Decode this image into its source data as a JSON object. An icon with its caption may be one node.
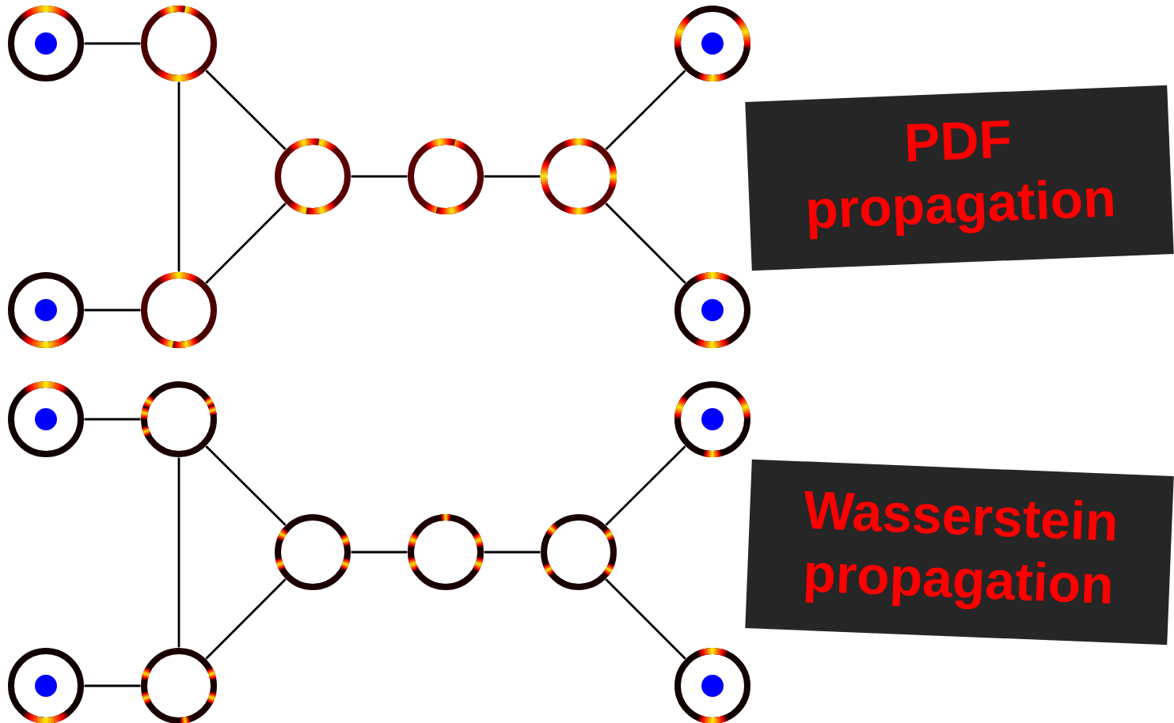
{
  "diagram": {
    "nodes": [
      {
        "text": [],
        "shape": "circle"
      },
      {
        "text": [],
        "shape": "circle"
      },
      {
        "text": [],
        "shape": "circle"
      },
      {
        "text": [],
        "shape": "circle"
      },
      {
        "text": [],
        "shape": "circle"
      },
      {
        "text": [],
        "shape": "circle"
      },
      {
        "text": [
          "PDF propagation"
        ]
      },
      {
        "text": [],
        "shape": "circle"
      },
      {
        "text": [],
        "shape": "circle"
      },
      {
        "text": [],
        "shape": "circle"
      },
      {
        "text": [],
        "shape": "circle"
      },
      {
        "text": [],
        "shape": "circle"
      },
      {
        "text": [],
        "shape": "circle"
      },
      {
        "text": [],
        "shape": "circle"
      },
      {
        "text": [],
        "shape": "circle"
      },
      {
        "text": [],
        "shape": "circle"
      },
      {
        "text": [
          "Wasserstein propagation"
        ]
      },
      {
        "text": [],
        "shape": "circle"
      },
      {
        "text": [],
        "shape": "circle"
      },
      {
        "text": [],
        "shape": "circle"
      }
    ],
    "edges": [
      {
        "from": 0,
        "to": 1,
        "arrow": "none"
      },
      {
        "from": 1,
        "to": 8,
        "arrow": "none"
      },
      {
        "from": 1,
        "to": 3,
        "arrow": "none"
      },
      {
        "from": 7,
        "to": 8,
        "arrow": "none"
      },
      {
        "from": 8,
        "to": 3,
        "arrow": "none"
      },
      {
        "from": 3,
        "to": 4,
        "arrow": "none"
      },
      {
        "from": 4,
        "to": 5,
        "arrow": "none"
      },
      {
        "from": 5,
        "to": 2,
        "arrow": "none"
      },
      {
        "from": 5,
        "to": 9,
        "arrow": "none"
      },
      {
        "from": 10,
        "to": 11,
        "arrow": "none"
      },
      {
        "from": 11,
        "to": 18,
        "arrow": "none"
      },
      {
        "from": 11,
        "to": 13,
        "arrow": "none"
      },
      {
        "from": 17,
        "to": 18,
        "arrow": "none"
      },
      {
        "from": 18,
        "to": 13,
        "arrow": "none"
      },
      {
        "from": 13,
        "to": 14,
        "arrow": "none"
      },
      {
        "from": 14,
        "to": 15,
        "arrow": "none"
      },
      {
        "from": 15,
        "to": 12,
        "arrow": "none"
      },
      {
        "from": 15,
        "to": 19,
        "arrow": "none"
      }
    ]
  }
}
